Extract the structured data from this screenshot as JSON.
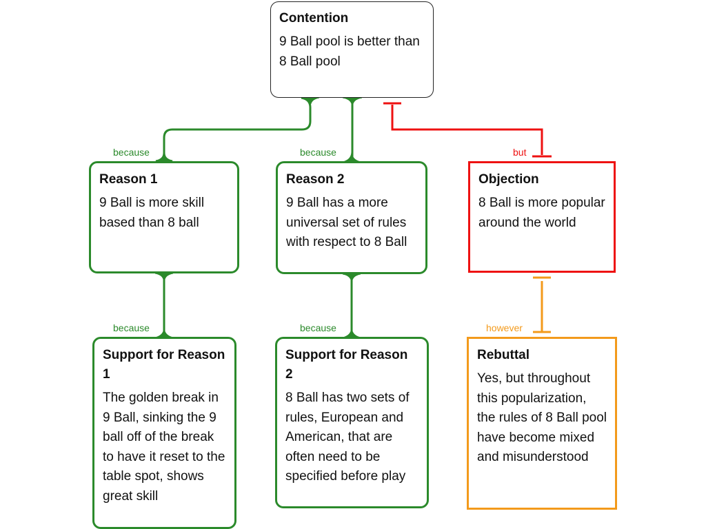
{
  "colors": {
    "support": "#2b8a2b",
    "objection": "#ee1111",
    "rebuttal": "#f39a1b",
    "contention_border": "#222222"
  },
  "nodes": {
    "contention": {
      "title": "Contention",
      "body": "9 Ball pool is better than 8 Ball pool"
    },
    "reason1": {
      "title": "Reason 1",
      "body": "9 Ball is more skill based than 8 ball"
    },
    "reason2": {
      "title": "Reason 2",
      "body": "9 Ball has a more universal set of rules with respect to 8 Ball"
    },
    "objection": {
      "title": "Objection",
      "body": "8 Ball is more popular around the world"
    },
    "support1": {
      "title": "Support for Reason 1",
      "body": "The golden break in 9 Ball, sinking the 9 ball off of the break to have it reset to the table spot, shows great skill"
    },
    "support2": {
      "title": "Support for Reason 2",
      "body": "8 Ball has two sets of rules, European and American, that are often need to be specified before play"
    },
    "rebuttal": {
      "title": "Rebuttal",
      "body": "Yes, but throughout this popularization, the rules of 8 Ball pool have become mixed and misunderstood"
    }
  },
  "links": {
    "reason1": "because",
    "reason2": "because",
    "objection": "but",
    "support1": "because",
    "support2": "because",
    "rebuttal": "however"
  }
}
